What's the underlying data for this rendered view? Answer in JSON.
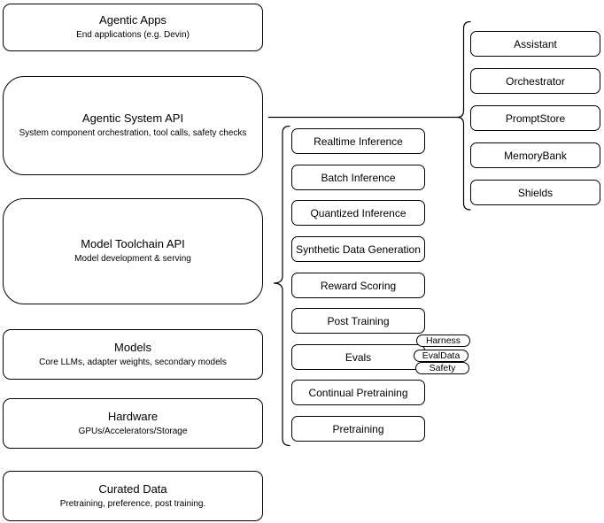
{
  "diagram": {
    "left_boxes": [
      {
        "title": "Agentic Apps",
        "subtitle": "End applications (e.g. Devin)"
      },
      {
        "title": "Agentic System API",
        "subtitle": "System component orchestration, tool calls, safety checks"
      },
      {
        "title": "Model Toolchain API",
        "subtitle": "Model development & serving"
      },
      {
        "title": "Models",
        "subtitle": "Core LLMs, adapter weights, secondary models"
      },
      {
        "title": "Hardware",
        "subtitle": "GPUs/Accelerators/Storage"
      },
      {
        "title": "Curated Data",
        "subtitle": "Pretraining, preference, post training."
      }
    ],
    "toolchain_items": [
      "Realtime Inference",
      "Batch Inference",
      "Quantized Inference",
      "Synthetic Data Generation",
      "Reward Scoring",
      "Post Training",
      "Evals",
      "Continual Pretraining",
      "Pretraining"
    ],
    "evals_tags": [
      "Harness",
      "EvalData",
      "Safety"
    ],
    "system_components": [
      "Assistant",
      "Orchestrator",
      "PromptStore",
      "MemoryBank",
      "Shields"
    ],
    "colors": {
      "border": "#000000",
      "fill": "#ffffff",
      "text": "#000000",
      "background": "#ffffff"
    }
  }
}
